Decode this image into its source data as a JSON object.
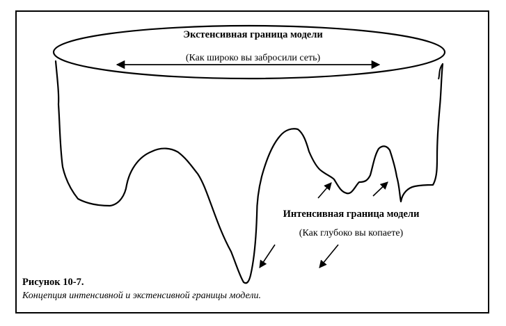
{
  "extensive": {
    "title": "Экстенсивная граница модели",
    "subtitle": "(Как широко вы забросили сеть)"
  },
  "intensive": {
    "title": "Интенсивная граница модели",
    "subtitle": "(Как глубоко вы копаете)"
  },
  "figure": {
    "number": "Рисунок 10-7.",
    "caption": "Концепция интенсивной и экстенсивной границы модели."
  }
}
